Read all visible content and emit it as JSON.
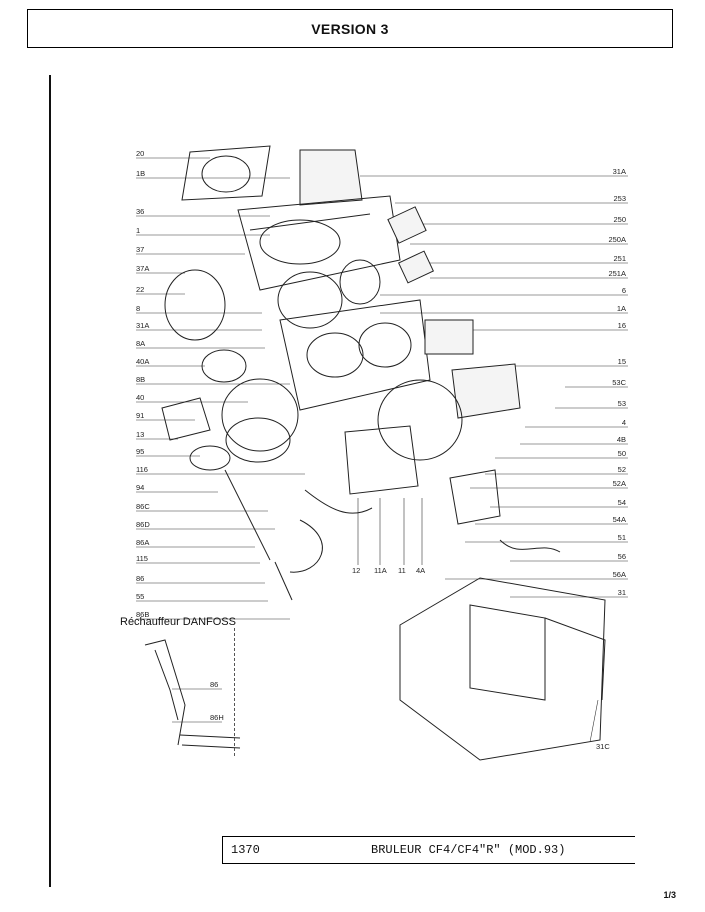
{
  "header": {
    "version_label": "VERSION 3"
  },
  "left_labels": [
    "20",
    "1B",
    "36",
    "1",
    "37",
    "37A",
    "22",
    "8",
    "31A",
    "8A",
    "40A",
    "8B",
    "40",
    "91",
    "13",
    "95",
    "116",
    "94",
    "86C",
    "86D",
    "86A",
    "115",
    "86",
    "55",
    "86B"
  ],
  "right_labels": [
    "31A",
    "253",
    "250",
    "250A",
    "251",
    "251A",
    "6",
    "1A",
    "16",
    "15",
    "53C",
    "53",
    "4",
    "4B",
    "50",
    "52",
    "52A",
    "54",
    "54A",
    "51",
    "56",
    "56A",
    "31"
  ],
  "bottom_labels": [
    "12",
    "11A",
    "11",
    "4A"
  ],
  "callout_31c": "31C",
  "inset": {
    "title": "Réchauffeur DANFOSS",
    "labels": [
      "86",
      "86H"
    ]
  },
  "title_block": {
    "number": "1370",
    "title": "BRULEUR CF4/CF4\"R\" (MOD.93)"
  },
  "footer": {
    "page": "1/3"
  }
}
